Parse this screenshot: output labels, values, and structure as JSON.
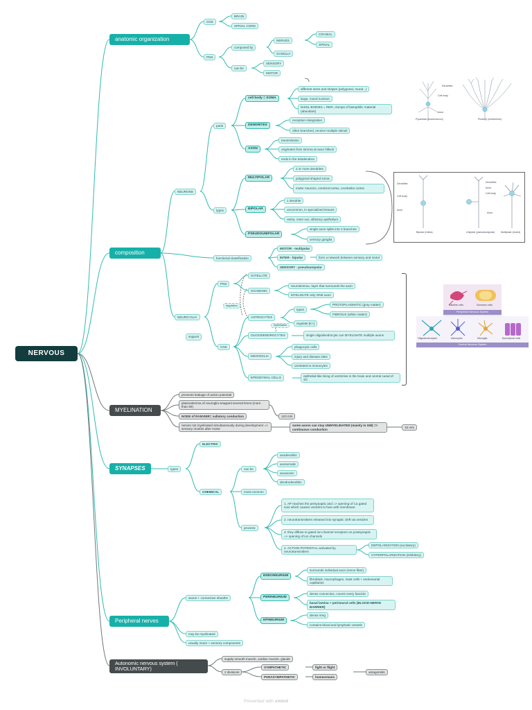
{
  "root": {
    "label": "NERVOUS"
  },
  "anatomic": {
    "title": "anatomic organization",
    "cns": "CNS",
    "brain": "BRAIN",
    "spinal_cord": "SPINAL CORD",
    "pns": "PNS",
    "composed_by": "composed by",
    "nerves": "NERVES",
    "cranial": "CRANIAL",
    "spinal": "SPINAL",
    "ganglia": "GANGLIA",
    "can_be": "can be",
    "sensory": "SENSORY",
    "motor": "MOTOR"
  },
  "composition": {
    "title": "composition",
    "neurons": "NEURONS",
    "parts": "parts",
    "soma": "cell body = SOMA",
    "soma_1": "different sizes and shapes (polygonal, round...)",
    "soma_2": "large, round nucleus",
    "soma_3": "NISSL BODIES = RER, clumps of basophilic material (abundant)",
    "dendrites": "DENDRITES",
    "dend_1": "reception+integration",
    "dend_2": "often branched, receive multiple stimuli",
    "axon": "AXON",
    "axon_1": "transmission",
    "axon_2": "originates from stroma at axon hillock",
    "axon_3": "ends in the telodendron",
    "types": "types",
    "multipolar": "MULTIPOLAR",
    "multi_1": "2 or more dendrites",
    "multi_2": "polygonal shaped soma",
    "multi_3": "motor neurons, cerebral cortex, cerebellar cortex",
    "bipolar": "BIPOLAR",
    "bi_1": "1 dendrite",
    "bi_2": "uncommon, in specialized tissues",
    "bi_3": "retina, inner ear, olfactory epithelium",
    "pseudo": "PSEUDOUNIPOLAR",
    "pseudo_1": "single axon splits into 2 branches",
    "pseudo_2": "sensory ganglia",
    "functional": "functional classification",
    "motor_mp": "MOTOR - multipolar",
    "inter_bp": "INTER - bipolar",
    "inter_note": "form a network between sensory and motor",
    "sensory_pu": "SENSORY - pseudounipolar",
    "neuroglia": "NEURO-GLIA",
    "support": "support",
    "regulation": "regulation",
    "myelination_tag": "myelination",
    "pns": "PNS",
    "satellite": "SATELLITE",
    "schwann": "SCHWANN",
    "schwann_1": "neurolemma= layer that surrounds the axon",
    "schwann_2": "MYELINATE only ONE axon",
    "cns": "CNS",
    "astrocytes": "ASTROCYTES",
    "astro_types": "types",
    "protoplasmatic": "PROTOPLASMATIC (gray matter)",
    "fibrous": "FIBROUS (white matter)",
    "regulate": "regulate [K+]",
    "oligo": "OLIGODENDROCYTES",
    "oligo_1": "single oligodendrocyte can MYELINATE multiple axons",
    "microglia": "MICROGLIA",
    "micro_1": "phagocytic cells",
    "micro_2": "injury and disease sites",
    "micro_3": "unrelated to monocytes",
    "ependymal": "EPENDYMAL CELLS",
    "epen_1": "epithelial-like lining of ventricles in the brain and central canal of SC"
  },
  "myelination": {
    "title": "MYELINATION",
    "m1": "prevents leakage of action potential",
    "m2": "plasmalemma of neuroglia wrapped several times (more than 50)",
    "m3": "NODE of RANVIER= saltatory conduction",
    "m3_speed": "120 m/s",
    "m4": "nerves not myelinated simultaneously during development => sensory months after motor",
    "m5": "some axons can stay UNMYELINATED (mainly in GM) => continuous conduction",
    "m5_speed": "15 m/s"
  },
  "synapses": {
    "title": "SYNAPSES",
    "types": "types",
    "electric": "ELECTRIC",
    "chemical": "CHEMICAL",
    "can_be": "can be",
    "s1": "axodendritic",
    "s2": "axosomatic",
    "s3": "axoaxonic",
    "s4": "dendrodendritic",
    "most_common": "most common",
    "process": "process:",
    "p1": "1. AP reaches the presynaptic and => opening of Ca gated ions which causes vesicles to fuse with membrane",
    "p2": "2. neurotransmitters released into synaptic cleft via vesicles",
    "p3": "3. they diffuse to gated ion-channel receptors on postsynaptic => opening of ion channels",
    "p4": "4. ACTION POTENTIAL activated by neurotransmitters",
    "depol": "DEPOLARIZATION (excitatory)",
    "hyperpol": "HYPERPOLARIZATION (inhibitory)"
  },
  "peripheral": {
    "title": "Peripheral nerves",
    "axons": "axons + connective sheaths",
    "endo": "ENDONEURIUM",
    "endo_1": "surrounds individual axon (nerve fiber)",
    "endo_2": "fibroblast, macrophages, mast cells + endoneurial capillaries",
    "peri": "PERINEURIUM",
    "peri_1": "dense connective, covers every fascicle",
    "peri_2": "basal lamina + perineural cells (BLOOD-NERVE BARRIER)",
    "epi": "EPINEURIUM",
    "epi_1": "dense irreg",
    "epi_2": "contains blood and lymphatic vessels",
    "may_be": "may be myelinated",
    "usually": "usually motor + sensory components"
  },
  "autonomic": {
    "title": "Autonomic nervous system ( INVOLUNTARY)",
    "supply": "supply smooth muscle, cardiac muscle, glands",
    "divisions": "2 divisions",
    "symp": "SYMPATHETIC",
    "fight": "fight or flight",
    "parasymp": "PARASYMPATHETIC",
    "homeo": "homeostasis",
    "antag": "antagonists"
  },
  "illustration": {
    "neuron_labels": [
      "Dendrites",
      "Cell body",
      "Axon",
      "Pyramidal (motorneuron)",
      "Purkinje (cerebellum)"
    ],
    "types_labels": [
      "Dendrites",
      "Cell body",
      "Axon",
      "Dendrites",
      "Axon",
      "Cell body",
      "Axon",
      "Bipolar (retina)",
      "Unipolar (pseudounipolar)",
      "Multipolar (motor)"
    ],
    "glia_pns": [
      "Satellite cells",
      "Schwann cells"
    ],
    "glia_pns_band": "Peripheral Nervous System",
    "glia_cns": [
      "Oligodendrocytes",
      "Astrocytes",
      "Microglia",
      "Ependymal cells"
    ],
    "glia_cns_band": "Central Nervous System"
  },
  "footer": {
    "prefix": "Presented with",
    "brand": "xmind"
  },
  "colors": {
    "teal": "#17b0a8",
    "dark": "#123c3d",
    "gray": "#454a4c",
    "light": "#d8f4f2"
  }
}
